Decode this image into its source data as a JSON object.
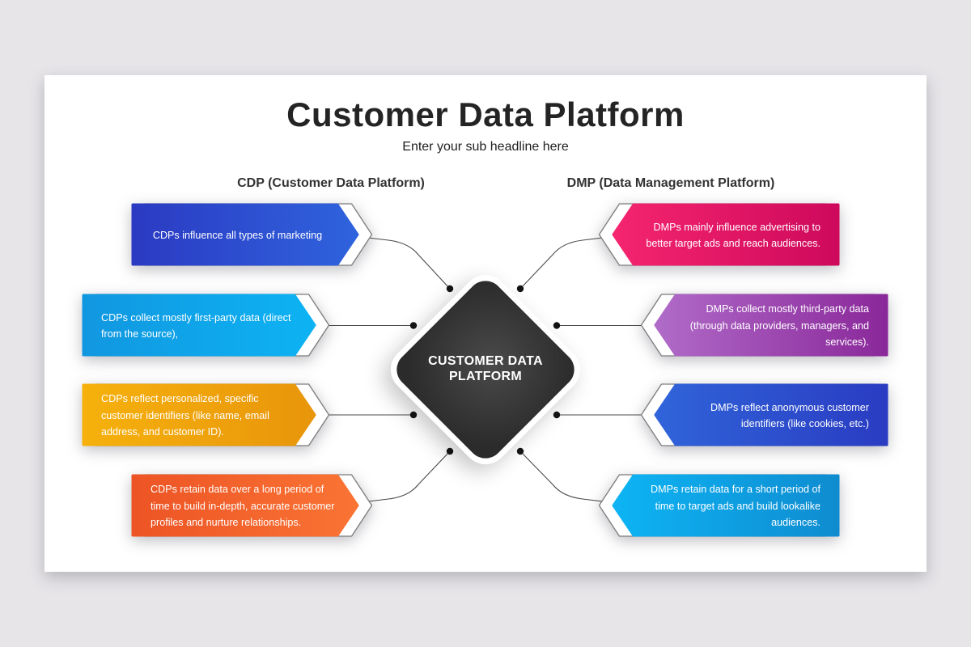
{
  "title": "Customer Data Platform",
  "subtitle": "Enter your sub headline here",
  "left_column_heading": "CDP (Customer Data Platform)",
  "right_column_heading": "DMP (Data Management Platform)",
  "center_label": "CUSTOMER DATA PLATFORM",
  "cdp_items": [
    {
      "text": "CDPs influence all types of marketing",
      "c1": "#2b3ac2",
      "c2": "#2f63de"
    },
    {
      "text": "CDPs collect mostly first-party data (direct\nfrom the source),",
      "c1": "#1197e0",
      "c2": "#0db3f3"
    },
    {
      "text": "CDPs reflect personalized, specific\ncustomer identifiers (like name, email\naddress, and customer ID).",
      "c1": "#f6b10c",
      "c2": "#e8950b"
    },
    {
      "text": "CDPs retain data over a long period of\ntime to build in-depth, accurate customer\nprofiles and nurture relationships.",
      "c1": "#ed5425",
      "c2": "#fa7434"
    }
  ],
  "dmp_items": [
    {
      "text": "DMPs mainly influence advertising to\nbetter target ads and reach audiences.",
      "c1": "#ce095c",
      "c2": "#f5256f"
    },
    {
      "text": "DMPs collect mostly third-party data\n(through data providers, managers, and\nservices).",
      "c1": "#8a289a",
      "c2": "#b06bc8"
    },
    {
      "text": "DMPs reflect anonymous customer\nidentifiers (like cookies, etc.)",
      "c1": "#2a3cc2",
      "c2": "#3064da"
    },
    {
      "text": "DMPs retain data for a short period of\ntime to target ads and build lookalike\naudiences.",
      "c1": "#0f8cd0",
      "c2": "#0db4f4"
    }
  ],
  "colors": {
    "page_bg": "#e7e5e8",
    "card_bg": "#ffffff",
    "title_text": "#242424",
    "subtitle_text": "#1e1e1e",
    "heading_text": "#333333",
    "box_text": "#ffffff",
    "connector": "#4a4a4a",
    "dot": "#141414",
    "outline_stroke": "#7c7c7c",
    "diamond_center": "#4a4a4a",
    "diamond_edge": "#2b2b2b",
    "diamond_rim": "#ffffff",
    "center_text": "#ffffff"
  }
}
